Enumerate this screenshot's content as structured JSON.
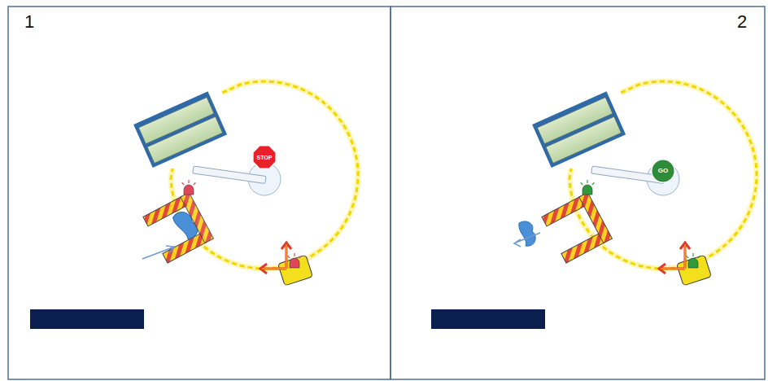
{
  "diagram": {
    "nodes": [
      {
        "text": [
          "STOP"
        ]
      },
      {
        "text": [
          "GO"
        ]
      }
    ],
    "labels": [
      "1",
      "2"
    ]
  }
}
